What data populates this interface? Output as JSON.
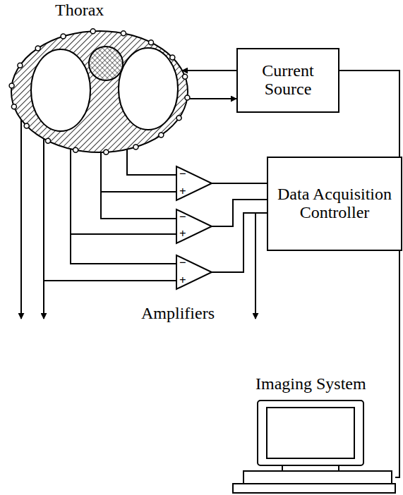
{
  "diagram": {
    "nodes": [
      {
        "text": [
          "Thorax"
        ]
      },
      {
        "text": [
          "Current Source"
        ]
      },
      {
        "text": [
          "Data Acquisition Controller"
        ]
      },
      {
        "text": [
          "Imaging System"
        ]
      }
    ],
    "edges": [
      {
        "from": 1,
        "to": 0,
        "arrow": "to"
      },
      {
        "from": 0,
        "to": 1,
        "arrow": "to"
      },
      {
        "from": 1,
        "to": 2,
        "arrow": "none"
      },
      {
        "from": 2,
        "to": 3,
        "arrow": "none"
      }
    ],
    "labels": [
      "Amplifiers",
      "−",
      "+",
      "−",
      "+",
      "−",
      "+"
    ]
  }
}
